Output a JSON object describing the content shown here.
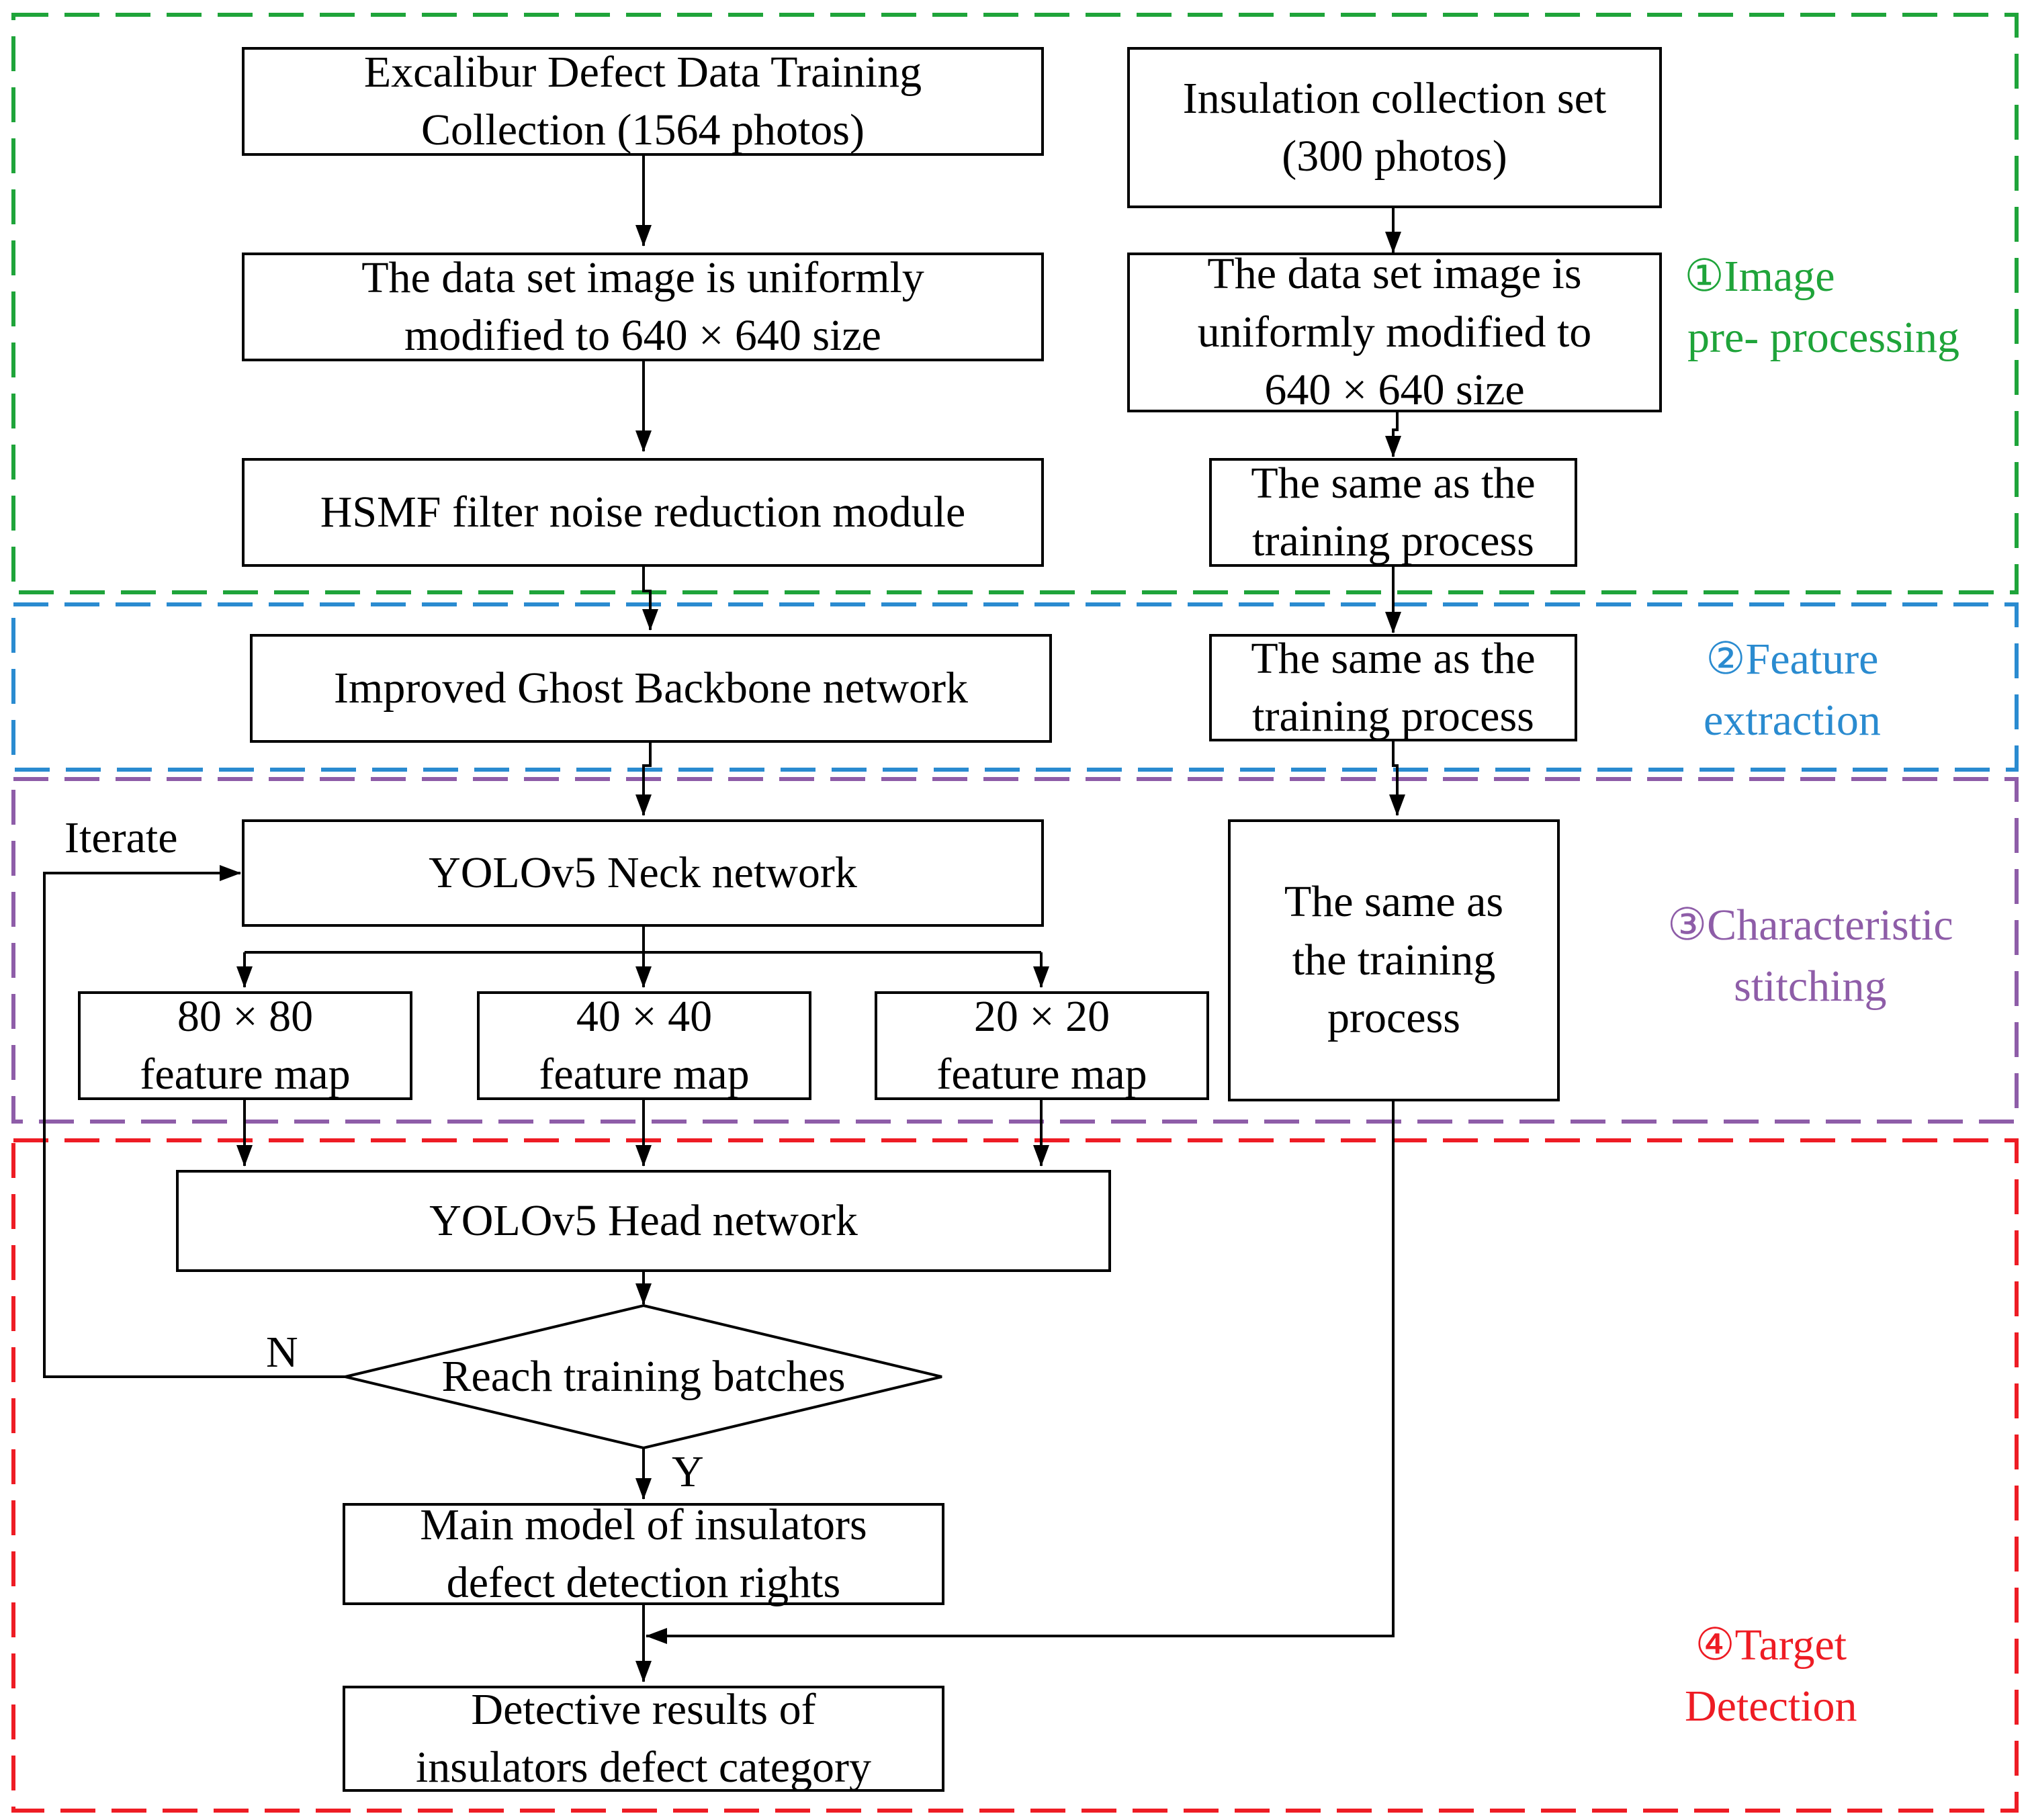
{
  "colors": {
    "stage1": "#1fa43a",
    "stage2": "#2a8bd0",
    "stage3": "#8e5da8",
    "stage4": "#ee1c24",
    "line": "#000000"
  },
  "stages": {
    "s1": {
      "line1": "①Image",
      "line2": "pre- processing"
    },
    "s2": {
      "line1": "②Feature",
      "line2": "extraction"
    },
    "s3": {
      "line1": "③Characteristic",
      "line2": "stitching"
    },
    "s4": {
      "line1": "④Target",
      "line2": "Detection"
    }
  },
  "training": {
    "dataset": {
      "line1": "Excalibur Defect Data Training",
      "line2": "Collection (1564 photos)"
    },
    "resize": {
      "line1": "The data set image is uniformly",
      "line2": "modified to 640 × 640 size"
    },
    "hsmf": {
      "line1": "HSMF filter noise reduction module"
    },
    "backbone": {
      "line1": "Improved Ghost Backbone network"
    },
    "neck": {
      "line1": "YOLOv5 Neck network"
    },
    "fmap80": {
      "line1": "80 × 80",
      "line2": "feature map"
    },
    "fmap40": {
      "line1": "40 × 40",
      "line2": "feature map"
    },
    "fmap20": {
      "line1": "20 × 20",
      "line2": "feature map"
    },
    "head": {
      "line1": "YOLOv5 Head network"
    },
    "decision": {
      "text": "Reach training batches"
    },
    "model": {
      "line1": "Main model of insulators",
      "line2": "defect detection rights"
    },
    "results": {
      "line1": "Detective results of",
      "line2": "insulators defect category"
    }
  },
  "testing": {
    "dataset": {
      "line1": "Insulation collection set",
      "line2": "(300 photos)"
    },
    "resize": {
      "line1": "The data set image is",
      "line2": "uniformly modified to",
      "line3": "640 × 640 size"
    },
    "same1": {
      "line1": "The same as the",
      "line2": "training process"
    },
    "same2": {
      "line1": "The same as the",
      "line2": "training process"
    },
    "same3": {
      "line1": "The same as",
      "line2": "the training",
      "line3": "process"
    }
  },
  "labels": {
    "iterate": "Iterate",
    "no": "N",
    "yes": "Y"
  }
}
